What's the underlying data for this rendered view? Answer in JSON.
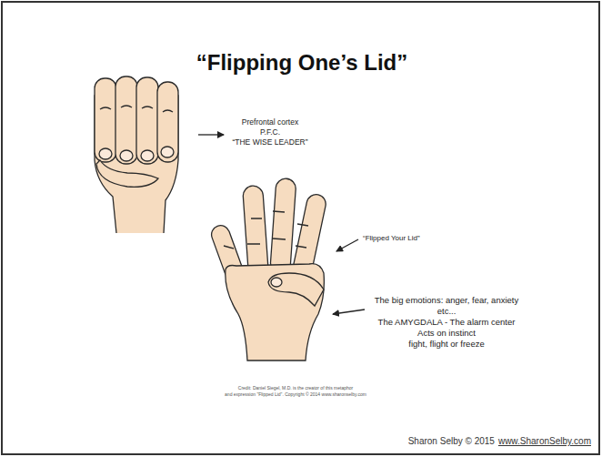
{
  "diagram": {
    "title": "“Flipping One’s Lid”",
    "labels": [
      "Prefrontal cortex",
      "P.F.C.",
      "“THE WISE LEADER”",
      "“Flipped Your Lid”",
      "The big emotions: anger, fear, anxiety etc...",
      "The AMYGDALA - The alarm center",
      "Acts on instinct",
      "fight, flight or freeze",
      "Credit: Daniel Siegel, M.D. is the creator of this metaphor",
      "and expression \"Flipped Lid\". Copyright © 2014 www.sharonselby.com",
      "Sharon Selby © 2015",
      "www.SharonSelby.com"
    ]
  }
}
